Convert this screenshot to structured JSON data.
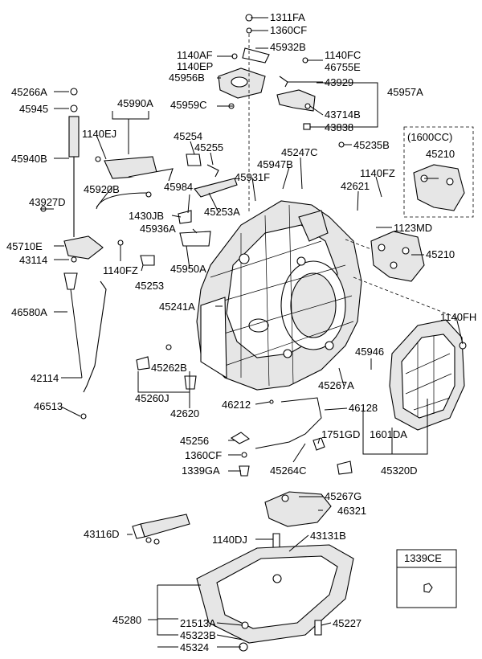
{
  "labels": {
    "p1311FA": "1311FA",
    "p1360CF_top": "1360CF",
    "p45932B": "45932B",
    "p1140AF": "1140AF",
    "p1140EP": "1140EP",
    "p45956B": "45956B",
    "p1140FC": "1140FC",
    "p46755E": "46755E",
    "p43929": "43929",
    "p45957A": "45957A",
    "p43714B": "43714B",
    "p43838": "43838",
    "p45235B": "45235B",
    "p45266A": "45266A",
    "p45945": "45945",
    "p45990A": "45990A",
    "p45959C": "45959C",
    "p1140EJ": "1140EJ",
    "p45940B": "45940B",
    "p45254": "45254",
    "p45255": "45255",
    "p45247C": "45247C",
    "p45947B": "45947B",
    "p45931F": "45931F",
    "p1600CC": "(1600CC)",
    "p45210_box": "45210",
    "p1140FZ_right": "1140FZ",
    "p42621": "42621",
    "p43927D": "43927D",
    "p45920B": "45920B",
    "p45984": "45984",
    "p1430JB": "1430JB",
    "p45253A": "45253A",
    "p45936A": "45936A",
    "p1123MD": "1123MD",
    "p45210": "45210",
    "p45710E": "45710E",
    "p43114": "43114",
    "p1140FZ_left": "1140FZ",
    "p45950A": "45950A",
    "p45253": "45253",
    "p46580A": "46580A",
    "p45241A": "45241A",
    "p1140FH": "1140FH",
    "p45946": "45946",
    "p45262B": "45262B",
    "p45260J": "45260J",
    "p42620": "42620",
    "p42114": "42114",
    "p45267A": "45267A",
    "p46212": "46212",
    "p46128": "46128",
    "p46513": "46513",
    "p1751GD": "1751GD",
    "p1601DA": "1601DA",
    "p45256": "45256",
    "p1360CF_low": "1360CF",
    "p1339GA": "1339GA",
    "p45264C": "45264C",
    "p45320D": "45320D",
    "p45267G": "45267G",
    "p46321": "46321",
    "p43116D": "43116D",
    "p1140DJ": "1140DJ",
    "p43131B": "43131B",
    "p1339CE": "1339CE",
    "p45280": "45280",
    "p21513A": "21513A",
    "p45323B": "45323B",
    "p45324": "45324",
    "p45227": "45227"
  }
}
